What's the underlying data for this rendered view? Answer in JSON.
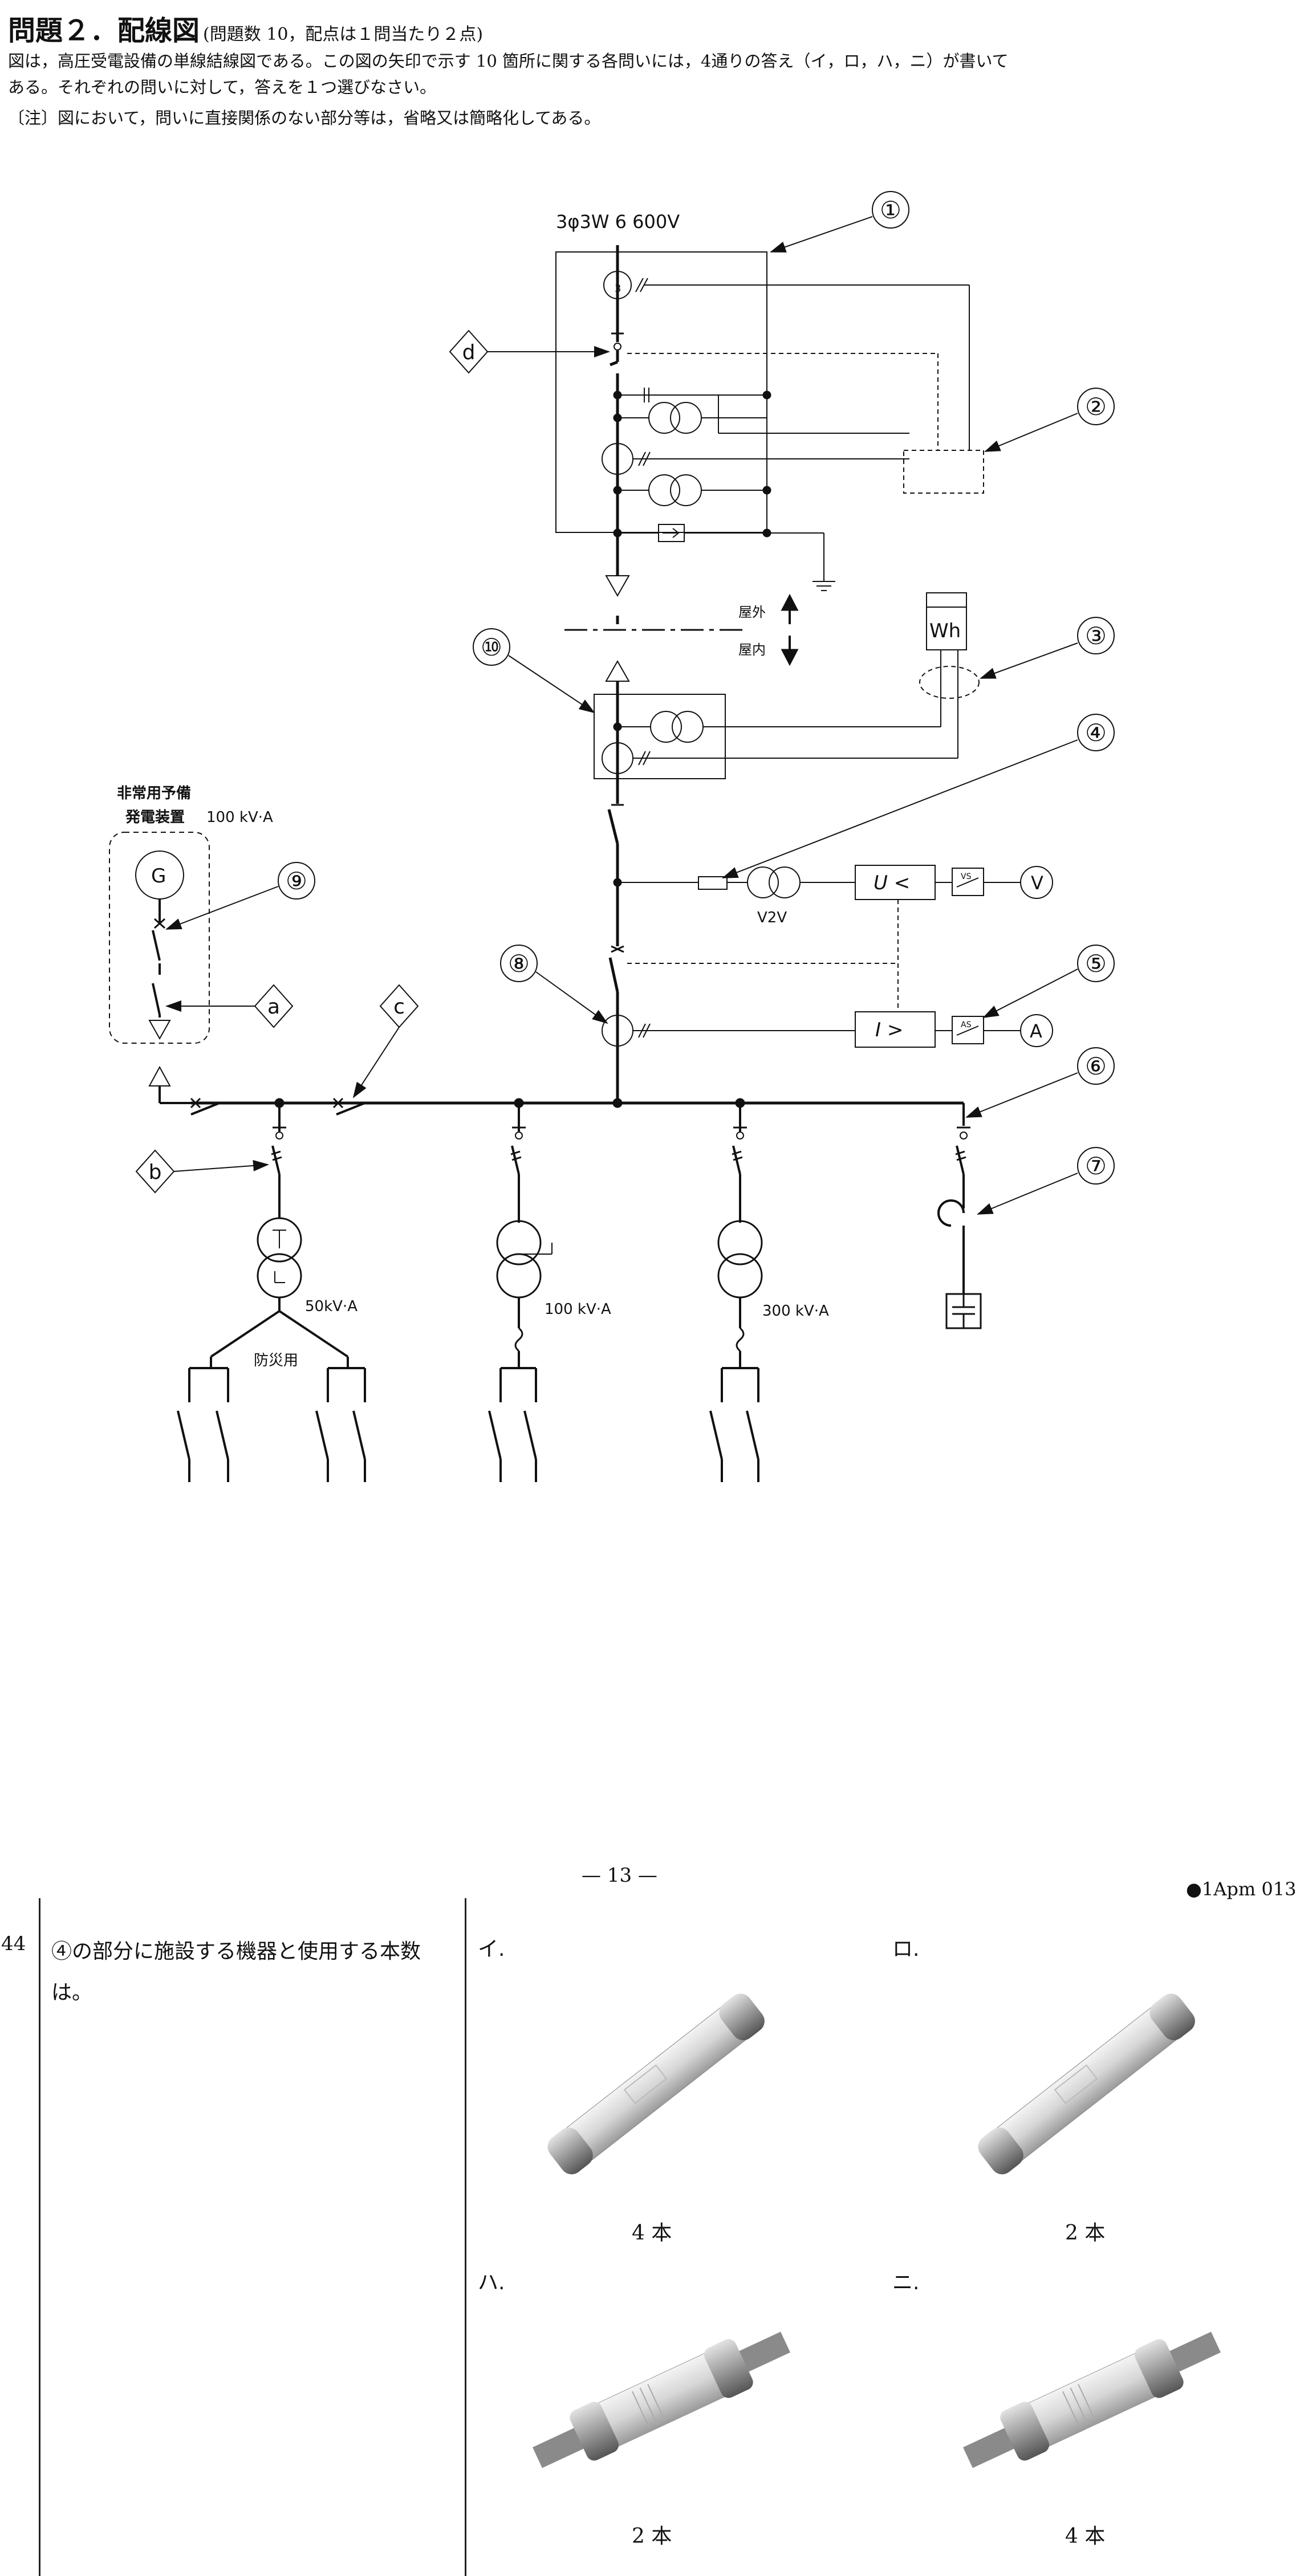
{
  "header": {
    "title": "問題２．配線図",
    "subtitle": "(問題数 10，配点は１問当たり２点)",
    "lines": [
      "図は，高圧受電設備の単線結線図である。この図の矢印で示す 10 箇所に関する各問いには，4通りの答え（イ，ロ，ハ，ニ）が書いて",
      "ある。それぞれの問いに対して，答えを１つ選びなさい。",
      "〔注〕図において，問いに直接関係のない部分等は，省略又は簡略化してある。"
    ]
  },
  "diagram": {
    "supply": "3φ3W  6 600V",
    "numbers": [
      "①",
      "②",
      "③",
      "④",
      "⑤",
      "⑥",
      "⑦",
      "⑧",
      "⑨",
      "⑩"
    ],
    "letters": [
      "a",
      "b",
      "c",
      "d"
    ],
    "outdoor": "屋外",
    "indoor": "屋内",
    "wh": "Wh",
    "v2v": "V2V",
    "uv_relay": "U <",
    "oc_relay": "I >",
    "vs": "VS",
    "as": "AS",
    "voltmeter": "V",
    "ammeter": "A",
    "generator": "G",
    "gen_label_1": "非常用予備",
    "gen_label_2": "発電装置",
    "gen_kva": "100 kV·A",
    "tr1_kva": "50kV·A",
    "tr1_use": "防災用",
    "tr2_kva": "100 kV·A",
    "tr3_kva": "300 kV·A",
    "ct_ratio": "3"
  },
  "footer": {
    "page": "— 13 —",
    "code": "●1Apm  013"
  },
  "question": {
    "number": "44",
    "text": "④の部分に施設する機器と使用する本数は。",
    "options": [
      {
        "label": "イ.",
        "count": "4 本"
      },
      {
        "label": "ロ.",
        "count": "2 本"
      },
      {
        "label": "ハ.",
        "count": "2 本"
      },
      {
        "label": "ニ.",
        "count": "4 本"
      }
    ]
  }
}
